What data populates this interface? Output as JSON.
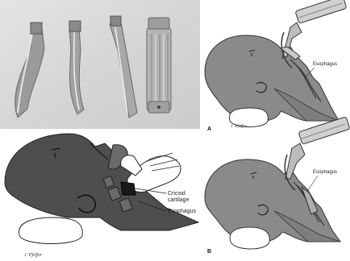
{
  "figure": {
    "panels": [
      {
        "id": "photo",
        "description_hidden": true
      },
      {
        "id": "top-right"
      },
      {
        "id": "bottom-left"
      },
      {
        "id": "bottom-right"
      }
    ],
    "panel_letters": {
      "a": "A",
      "b": "B"
    },
    "labels": {
      "top_right_esophagus": "Esophagus",
      "bottom_right_esophagus": "Esophagus",
      "cricoid_cartilage_line1": "Cricoid",
      "cricoid_cartilage_line2": "cartilage",
      "esophagus_bl": "Esophagus"
    },
    "signatures": {
      "top_right": "J. Pfeffer",
      "bottom_left": "J. Pfeffer",
      "bottom_right": ""
    }
  }
}
